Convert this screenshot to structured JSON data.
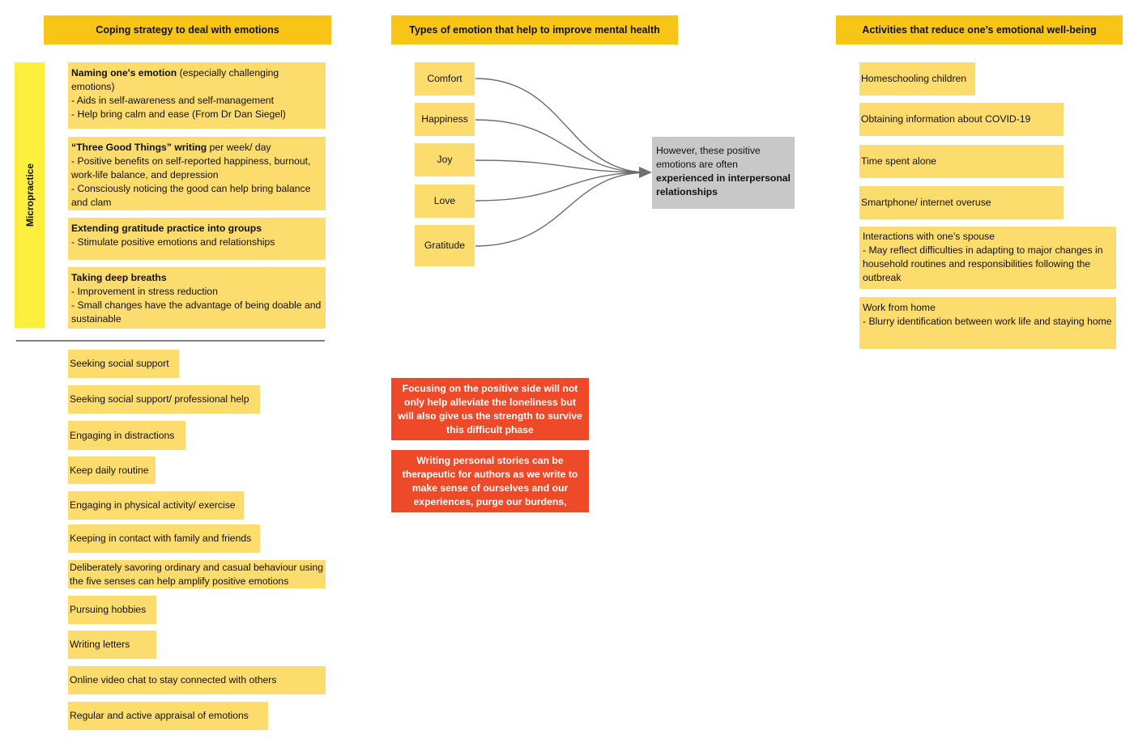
{
  "headers": {
    "coping": "Coping strategy to deal with emotions",
    "types": "Types of emotion that help to improve mental health",
    "activities": "Activities that reduce one’s emotional well-being"
  },
  "micropractice_label": "Micropractice",
  "micropractices": [
    {
      "title": "Naming one's emotion",
      "title_suffix": " (especially challenging emotions)",
      "lines": [
        "- Aids in self-awareness and self-management",
        "- Help bring calm and ease (From Dr Dan Siegel)"
      ]
    },
    {
      "title": "“Three Good Things” writing",
      "title_suffix": " per week/ day",
      "lines": [
        "- Positive benefits on self-reported happiness, burnout, work-life balance, and depression",
        "- Consciously noticing the good can help bring balance and clam"
      ]
    },
    {
      "title": "Extending gratitude practice into groups",
      "title_suffix": "",
      "lines": [
        "- Stimulate positive emotions and relationships"
      ]
    },
    {
      "title": "Taking deep breaths",
      "title_suffix": "",
      "lines": [
        "- Improvement in stress reduction",
        "- Small changes have the advantage of being doable and sustainable"
      ]
    }
  ],
  "strategies": [
    "Seeking social support",
    "Seeking social support/ professional help",
    "Engaging in distractions",
    "Keep daily routine",
    "Engaging in physical activity/ exercise",
    "Keeping in contact with family and friends",
    "Deliberately savoring ordinary and casual behaviour using the five senses can help amplify positive emotions",
    "Pursuing hobbies",
    "Writing letters",
    "Online video chat to stay connected with others",
    "Regular and active appraisal of emotions"
  ],
  "emotions": [
    "Comfort",
    "Happiness",
    "Joy",
    "Love",
    "Gratitude"
  ],
  "relationship_note": {
    "plain": "However, these positive emotions are often ",
    "bold": "experienced in interpersonal relationships"
  },
  "red_notes": [
    "Focusing on the positive side will not only help alleviate the loneliness but will also give us the strength to survive this difficult phase",
    "Writing personal stories can be therapeutic for authors as we write to make sense of ourselves and our experiences, purge our burdens,"
  ],
  "activities": [
    {
      "title": "Homeschooling children",
      "lines": []
    },
    {
      "title": "Obtaining information about COVID-19",
      "lines": []
    },
    {
      "title": "Time spent alone",
      "lines": []
    },
    {
      "title": "Smartphone/ internet overuse",
      "lines": []
    },
    {
      "title": "Interactions with one’s spouse",
      "lines": [
        "- May reflect difficulties in adapting to major changes in household routines and responsibilities following the outbreak"
      ]
    },
    {
      "title": "Work from home",
      "lines": [
        "- Blurry identification between work life and staying home"
      ]
    }
  ],
  "colors": {
    "header": "#f8c516",
    "sticky": "#fddc6e",
    "micropractice_bar": "#fdef3d",
    "gray_note": "#c8c8c8",
    "red_note": "#ee4a2a",
    "connector": "#6e6e6e"
  }
}
